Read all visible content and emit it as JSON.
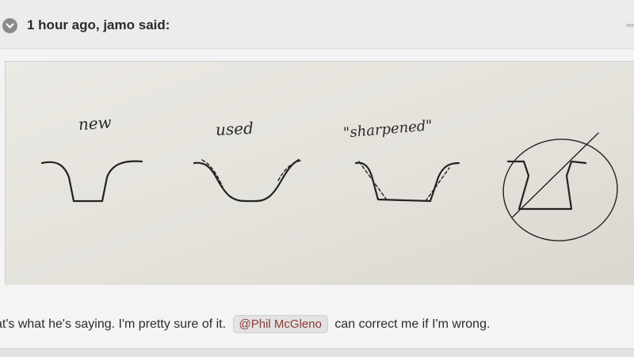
{
  "quote": {
    "header": "1 hour ago, jamo said:",
    "toggle_icon": "chevron-down-icon",
    "image": {
      "labels": [
        "new",
        "used",
        "\"sharpened\""
      ]
    }
  },
  "post": {
    "text_before": "at's what he's saying. I'm pretty sure of it.",
    "mention": "@Phil McGleno",
    "text_after": "can correct me if I'm wrong."
  },
  "colors": {
    "mention_text": "#8c3b3b",
    "header_bg": "#ececec",
    "paper": "#e6e4de"
  }
}
